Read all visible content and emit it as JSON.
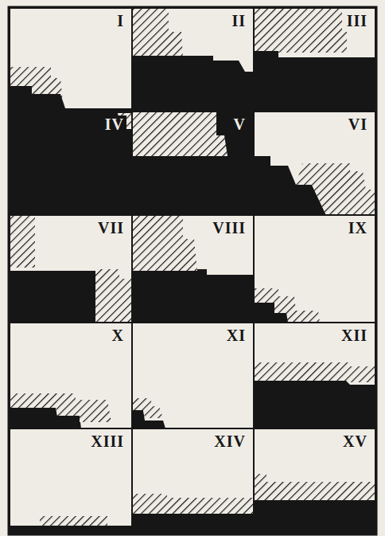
{
  "diagram": {
    "nodes": [
      {
        "text": [
          "I"
        ]
      },
      {
        "text": [
          "II"
        ]
      },
      {
        "text": [
          "III"
        ]
      },
      {
        "text": [
          "IV"
        ]
      },
      {
        "text": [
          "V"
        ]
      },
      {
        "text": [
          "VI"
        ]
      },
      {
        "text": [
          "VII"
        ]
      },
      {
        "text": [
          "VIII"
        ]
      },
      {
        "text": [
          "IX"
        ]
      },
      {
        "text": [
          "X"
        ]
      },
      {
        "text": [
          "XI"
        ]
      },
      {
        "text": [
          "XII"
        ]
      },
      {
        "text": [
          "XIII"
        ]
      },
      {
        "text": [
          "XIV"
        ]
      },
      {
        "text": [
          "XV"
        ]
      }
    ]
  }
}
